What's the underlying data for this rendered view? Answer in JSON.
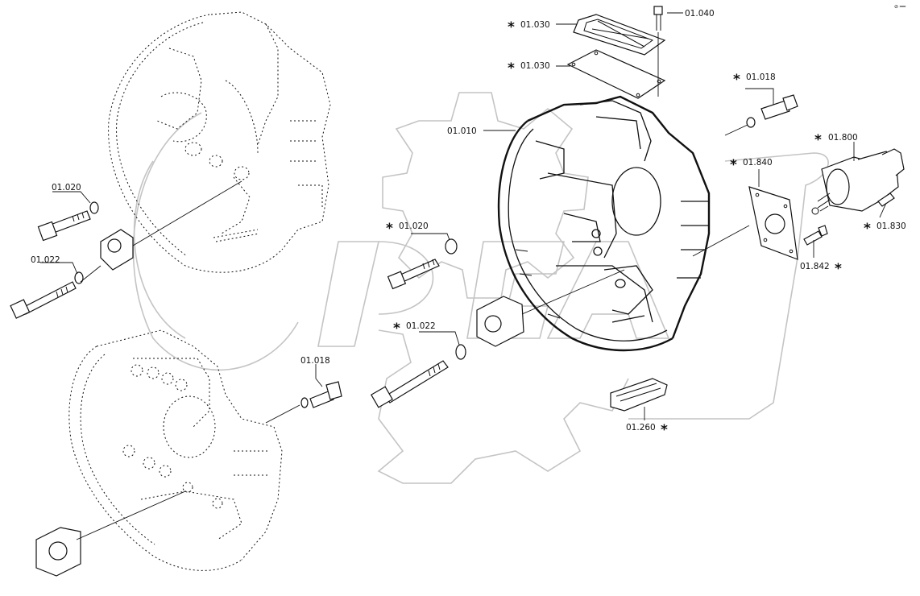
{
  "watermark": {
    "text": "OPEX"
  },
  "labels": [
    {
      "id": "p01030a",
      "text": "01.030",
      "asterisk": true
    },
    {
      "id": "p01040",
      "text": "01.040",
      "asterisk": false
    },
    {
      "id": "p01030b",
      "text": "01.030",
      "asterisk": true
    },
    {
      "id": "p01018a",
      "text": "01.018",
      "asterisk": true
    },
    {
      "id": "p01010",
      "text": "01.010",
      "asterisk": false
    },
    {
      "id": "p01800",
      "text": "01.800",
      "asterisk": true
    },
    {
      "id": "p01840",
      "text": "01.840",
      "asterisk": true
    },
    {
      "id": "p01830",
      "text": "01.830",
      "asterisk": true
    },
    {
      "id": "p01842",
      "text": "01.842",
      "asterisk": true
    },
    {
      "id": "p01020a",
      "text": "01.020",
      "asterisk": false
    },
    {
      "id": "p01022a",
      "text": "01.022",
      "asterisk": false
    },
    {
      "id": "p01020b",
      "text": "01.020",
      "asterisk": true
    },
    {
      "id": "p01022b",
      "text": "01.022",
      "asterisk": true
    },
    {
      "id": "p01018b",
      "text": "01.018",
      "asterisk": false
    },
    {
      "id": "p01260",
      "text": "01.260",
      "asterisk": true
    }
  ],
  "asterisk_symbol": "*"
}
